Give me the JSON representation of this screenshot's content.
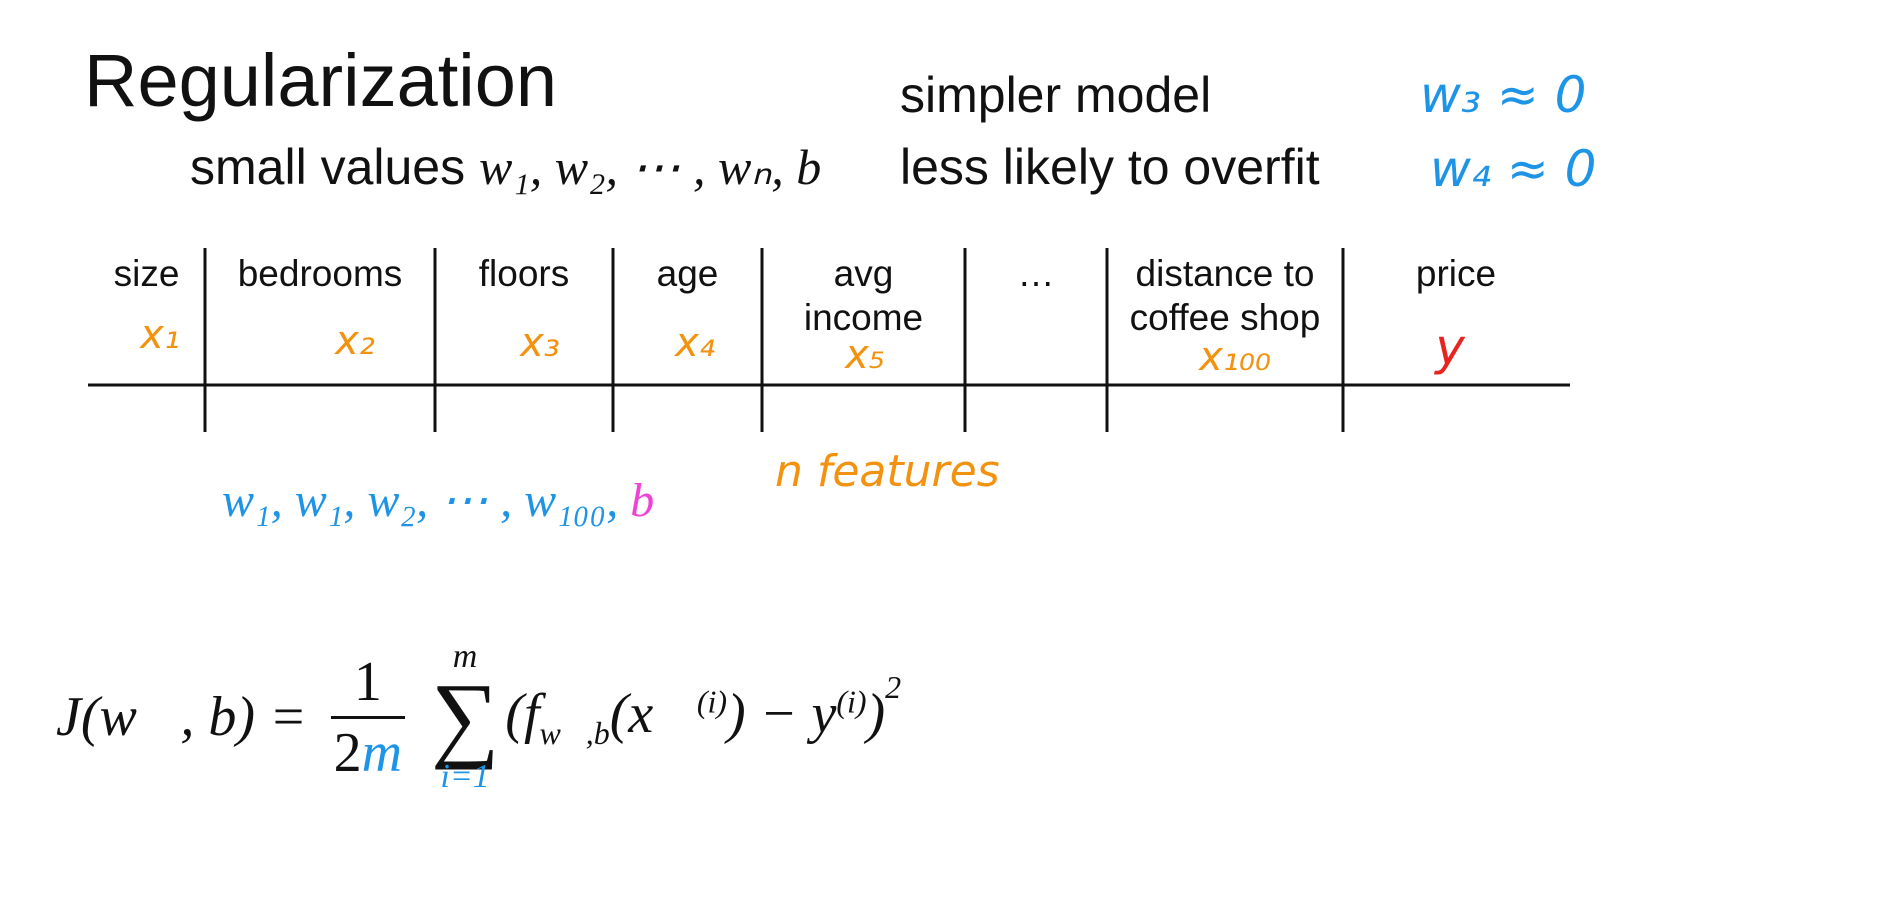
{
  "title": "Regularization",
  "subtitle": {
    "prefix": "small values",
    "vars": "w₁, w₂, ⋯ , wₙ, b"
  },
  "notes": {
    "line1": "simpler model",
    "line2": "less likely to overfit"
  },
  "handwritten_right": {
    "w3": "w₃ ≈ 0",
    "w4": "w₄ ≈ 0"
  },
  "table": {
    "headers": [
      "size",
      "bedrooms",
      "floors",
      "age",
      "avg\nincome",
      "…",
      "distance to\ncoffee shop",
      "price"
    ],
    "features": [
      "x₁",
      "x₂",
      "x₃",
      "x₄",
      "x₅",
      "",
      "x₁₀₀",
      "y"
    ]
  },
  "weights": {
    "w_list": "w₁, w₁, w₂, ⋯ , w₁₀₀,",
    "b": "b"
  },
  "n_features_note": "n features",
  "formula": {
    "lhs": "J(w⃗, b) =",
    "frac_num": "1",
    "frac_den_2": "2",
    "frac_den_m": "m",
    "sum_top": "m",
    "sum_bottom": "i=1",
    "body": "(f",
    "body_sub": "w⃗,b",
    "body_mid": "(x⃗",
    "body_sup1": "(i)",
    "body_end": ") − y",
    "body_sup2": "(i)",
    "body_close": ")",
    "exponent": "2"
  },
  "colors": {
    "blue": "#1e94e6",
    "orange": "#f2920f",
    "red": "#e8241f",
    "pink": "#ee44d6"
  }
}
